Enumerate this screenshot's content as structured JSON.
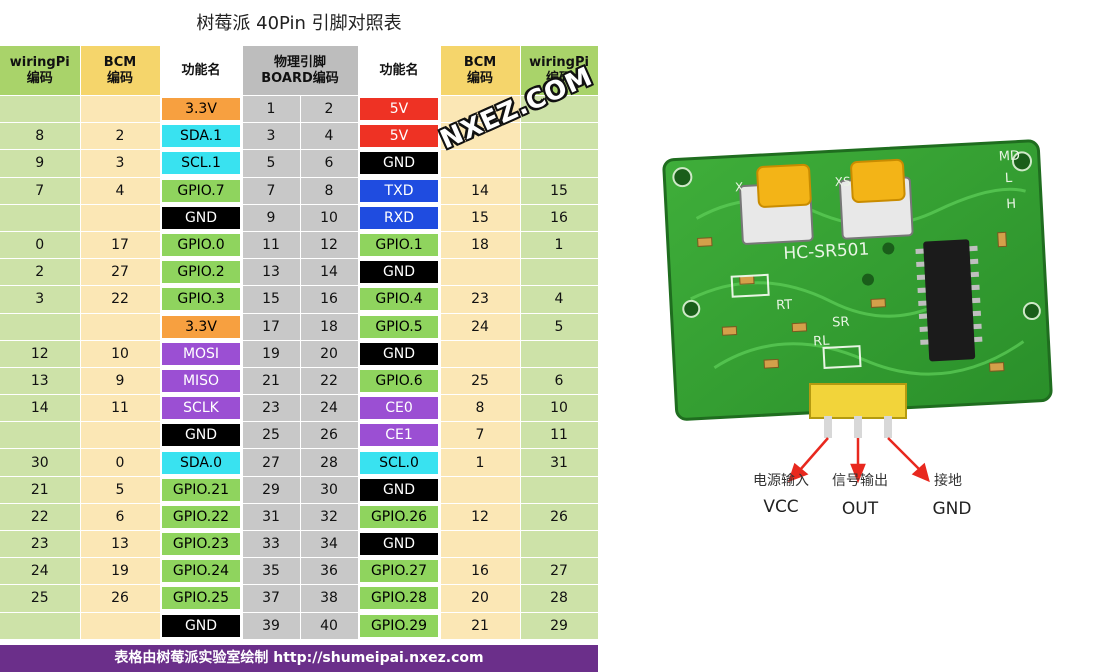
{
  "title": "树莓派 40Pin 引脚对照表",
  "headers": {
    "wpi_left": [
      "wiringPi",
      "编码"
    ],
    "bcm_left": [
      "BCM",
      "编码"
    ],
    "fn_left": "功能名",
    "physical": [
      "物理引脚",
      "BOARD编码"
    ],
    "fn_right": "功能名",
    "bcm_right": [
      "BCM",
      "编码"
    ],
    "wpi_right": [
      "wiringPi",
      "编码"
    ]
  },
  "rows": [
    {
      "lw": "",
      "lb": "",
      "lf": "3.3V",
      "lc": "#f7a040",
      "lt": "#000000",
      "p1": "1",
      "p2": "2",
      "rf": "5V",
      "rc": "#ee3224",
      "rt": "#ffffff",
      "rb": "",
      "rw": ""
    },
    {
      "lw": "8",
      "lb": "2",
      "lf": "SDA.1",
      "lc": "#39e2f0",
      "lt": "#000000",
      "p1": "3",
      "p2": "4",
      "rf": "5V",
      "rc": "#ee3224",
      "rt": "#ffffff",
      "rb": "",
      "rw": ""
    },
    {
      "lw": "9",
      "lb": "3",
      "lf": "SCL.1",
      "lc": "#39e2f0",
      "lt": "#000000",
      "p1": "5",
      "p2": "6",
      "rf": "GND",
      "rc": "#000000",
      "rt": "#ffffff",
      "rb": "",
      "rw": ""
    },
    {
      "lw": "7",
      "lb": "4",
      "lf": "GPIO.7",
      "lc": "#8fd45e",
      "lt": "#000000",
      "p1": "7",
      "p2": "8",
      "rf": "TXD",
      "rc": "#1f4ce0",
      "rt": "#ffffff",
      "rb": "14",
      "rw": "15"
    },
    {
      "lw": "",
      "lb": "",
      "lf": "GND",
      "lc": "#000000",
      "lt": "#ffffff",
      "p1": "9",
      "p2": "10",
      "rf": "RXD",
      "rc": "#1f4ce0",
      "rt": "#ffffff",
      "rb": "15",
      "rw": "16"
    },
    {
      "lw": "0",
      "lb": "17",
      "lf": "GPIO.0",
      "lc": "#8fd45e",
      "lt": "#000000",
      "p1": "11",
      "p2": "12",
      "rf": "GPIO.1",
      "rc": "#8fd45e",
      "rt": "#000000",
      "rb": "18",
      "rw": "1"
    },
    {
      "lw": "2",
      "lb": "27",
      "lf": "GPIO.2",
      "lc": "#8fd45e",
      "lt": "#000000",
      "p1": "13",
      "p2": "14",
      "rf": "GND",
      "rc": "#000000",
      "rt": "#ffffff",
      "rb": "",
      "rw": ""
    },
    {
      "lw": "3",
      "lb": "22",
      "lf": "GPIO.3",
      "lc": "#8fd45e",
      "lt": "#000000",
      "p1": "15",
      "p2": "16",
      "rf": "GPIO.4",
      "rc": "#8fd45e",
      "rt": "#000000",
      "rb": "23",
      "rw": "4"
    },
    {
      "lw": "",
      "lb": "",
      "lf": "3.3V",
      "lc": "#f7a040",
      "lt": "#000000",
      "p1": "17",
      "p2": "18",
      "rf": "GPIO.5",
      "rc": "#8fd45e",
      "rt": "#000000",
      "rb": "24",
      "rw": "5"
    },
    {
      "lw": "12",
      "lb": "10",
      "lf": "MOSI",
      "lc": "#9b4fd3",
      "lt": "#ffffff",
      "p1": "19",
      "p2": "20",
      "rf": "GND",
      "rc": "#000000",
      "rt": "#ffffff",
      "rb": "",
      "rw": ""
    },
    {
      "lw": "13",
      "lb": "9",
      "lf": "MISO",
      "lc": "#9b4fd3",
      "lt": "#ffffff",
      "p1": "21",
      "p2": "22",
      "rf": "GPIO.6",
      "rc": "#8fd45e",
      "rt": "#000000",
      "rb": "25",
      "rw": "6"
    },
    {
      "lw": "14",
      "lb": "11",
      "lf": "SCLK",
      "lc": "#9b4fd3",
      "lt": "#ffffff",
      "p1": "23",
      "p2": "24",
      "rf": "CE0",
      "rc": "#9b4fd3",
      "rt": "#ffffff",
      "rb": "8",
      "rw": "10"
    },
    {
      "lw": "",
      "lb": "",
      "lf": "GND",
      "lc": "#000000",
      "lt": "#ffffff",
      "p1": "25",
      "p2": "26",
      "rf": "CE1",
      "rc": "#9b4fd3",
      "rt": "#ffffff",
      "rb": "7",
      "rw": "11"
    },
    {
      "lw": "30",
      "lb": "0",
      "lf": "SDA.0",
      "lc": "#39e2f0",
      "lt": "#000000",
      "p1": "27",
      "p2": "28",
      "rf": "SCL.0",
      "rc": "#39e2f0",
      "rt": "#000000",
      "rb": "1",
      "rw": "31"
    },
    {
      "lw": "21",
      "lb": "5",
      "lf": "GPIO.21",
      "lc": "#8fd45e",
      "lt": "#000000",
      "p1": "29",
      "p2": "30",
      "rf": "GND",
      "rc": "#000000",
      "rt": "#ffffff",
      "rb": "",
      "rw": ""
    },
    {
      "lw": "22",
      "lb": "6",
      "lf": "GPIO.22",
      "lc": "#8fd45e",
      "lt": "#000000",
      "p1": "31",
      "p2": "32",
      "rf": "GPIO.26",
      "rc": "#8fd45e",
      "rt": "#000000",
      "rb": "12",
      "rw": "26"
    },
    {
      "lw": "23",
      "lb": "13",
      "lf": "GPIO.23",
      "lc": "#8fd45e",
      "lt": "#000000",
      "p1": "33",
      "p2": "34",
      "rf": "GND",
      "rc": "#000000",
      "rt": "#ffffff",
      "rb": "",
      "rw": ""
    },
    {
      "lw": "24",
      "lb": "19",
      "lf": "GPIO.24",
      "lc": "#8fd45e",
      "lt": "#000000",
      "p1": "35",
      "p2": "36",
      "rf": "GPIO.27",
      "rc": "#8fd45e",
      "rt": "#000000",
      "rb": "16",
      "rw": "27"
    },
    {
      "lw": "25",
      "lb": "26",
      "lf": "GPIO.25",
      "lc": "#8fd45e",
      "lt": "#000000",
      "p1": "37",
      "p2": "38",
      "rf": "GPIO.28",
      "rc": "#8fd45e",
      "rt": "#000000",
      "rb": "20",
      "rw": "28"
    },
    {
      "lw": "",
      "lb": "",
      "lf": "GND",
      "lc": "#000000",
      "lt": "#ffffff",
      "p1": "39",
      "p2": "40",
      "rf": "GPIO.29",
      "rc": "#8fd45e",
      "rt": "#000000",
      "rb": "21",
      "rw": "29"
    }
  ],
  "footer": "表格由树莓派实验室绘制 http://shumeipai.nxez.com",
  "watermark": "NXEZ.COM",
  "sensor": {
    "model_label": "HC-SR501",
    "silkscreen": {
      "md": "MD",
      "l": "L",
      "h": "H",
      "x_left": "X",
      "x_right": "XS",
      "rt": "RT",
      "rl": "RL",
      "sr": "SR"
    },
    "pins": [
      {
        "cn": "电源输入",
        "en": "VCC"
      },
      {
        "cn": "信号输出",
        "en": "OUT"
      },
      {
        "cn": "接地",
        "en": "GND"
      }
    ]
  }
}
